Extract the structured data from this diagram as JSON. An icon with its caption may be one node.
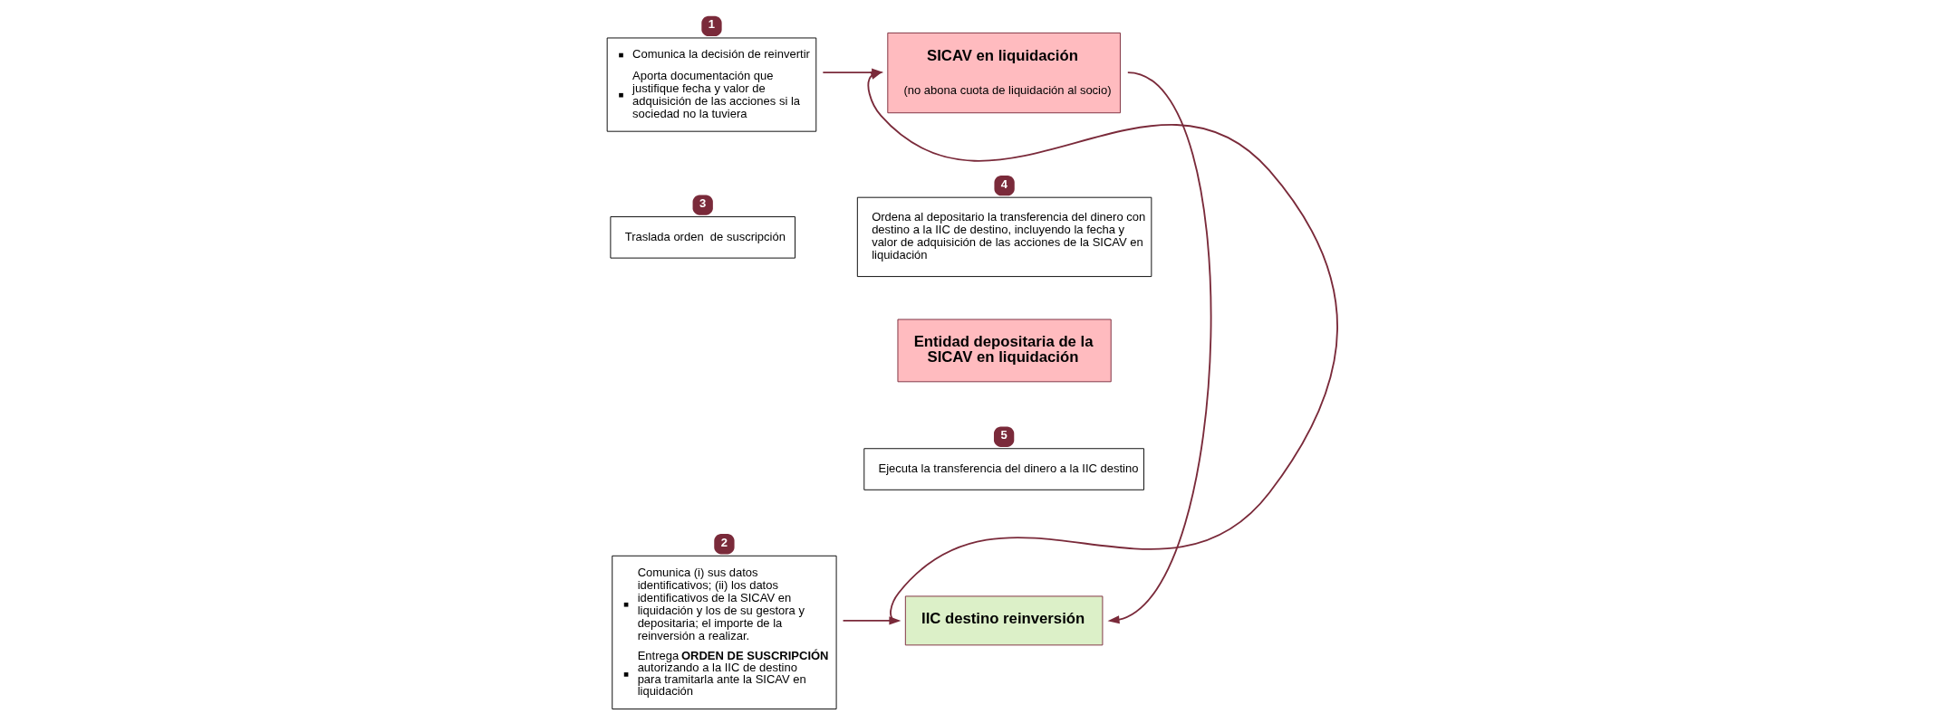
{
  "diagram": {
    "nodes": [
      {
        "text": [
          "Comunica la decisión de reinvertir",
          "Aporta documentación que justifique fecha y valor de adquisición de las acciones si la sociedad no la tuviera"
        ],
        "beside": [
          "1"
        ]
      },
      {
        "text": [
          "SICAV en liquidación",
          "(no abona cuota de liquidación al socio)"
        ]
      },
      {
        "text": [
          "Comunica (i) sus datos identificativos; (ii) los datos identificativos de la SICAV en liquidación y los de su gestora y depositaria; el importe de la reinversión a realizar.",
          "Entrega **ORDEN DE SUSCRIPCIÓN** autorizando a la IIC de destino para tramitarla ante la SICAV en liquidación"
        ],
        "beside": [
          "2"
        ]
      },
      {
        "text": [
          "Traslada orden  de suscripción"
        ],
        "beside": [
          "3"
        ]
      },
      {
        "text": [
          "Ordena al depositario la transferencia del dinero con destino a la IIC de destino, incluyendo la fecha y valor de adquisición de las acciones de la SICAV en liquidación"
        ],
        "beside": [
          "4"
        ]
      },
      {
        "text": [
          "Entidad depositaria de la SICAV en liquidación"
        ]
      },
      {
        "text": [
          "Ejecuta la transferencia del dinero a la IIC destino"
        ],
        "beside": [
          "5"
        ]
      },
      {
        "text": [
          "IIC destino reinversión"
        ]
      }
    ],
    "edges": [
      {
        "from": 0,
        "to": 1,
        "arrow": "to"
      },
      {
        "from": 2,
        "to": 7,
        "arrow": "to"
      },
      {
        "from": 7,
        "to": 1,
        "arrow": "to"
      },
      {
        "from": 1,
        "to": 7,
        "arrow": "to"
      }
    ]
  }
}
